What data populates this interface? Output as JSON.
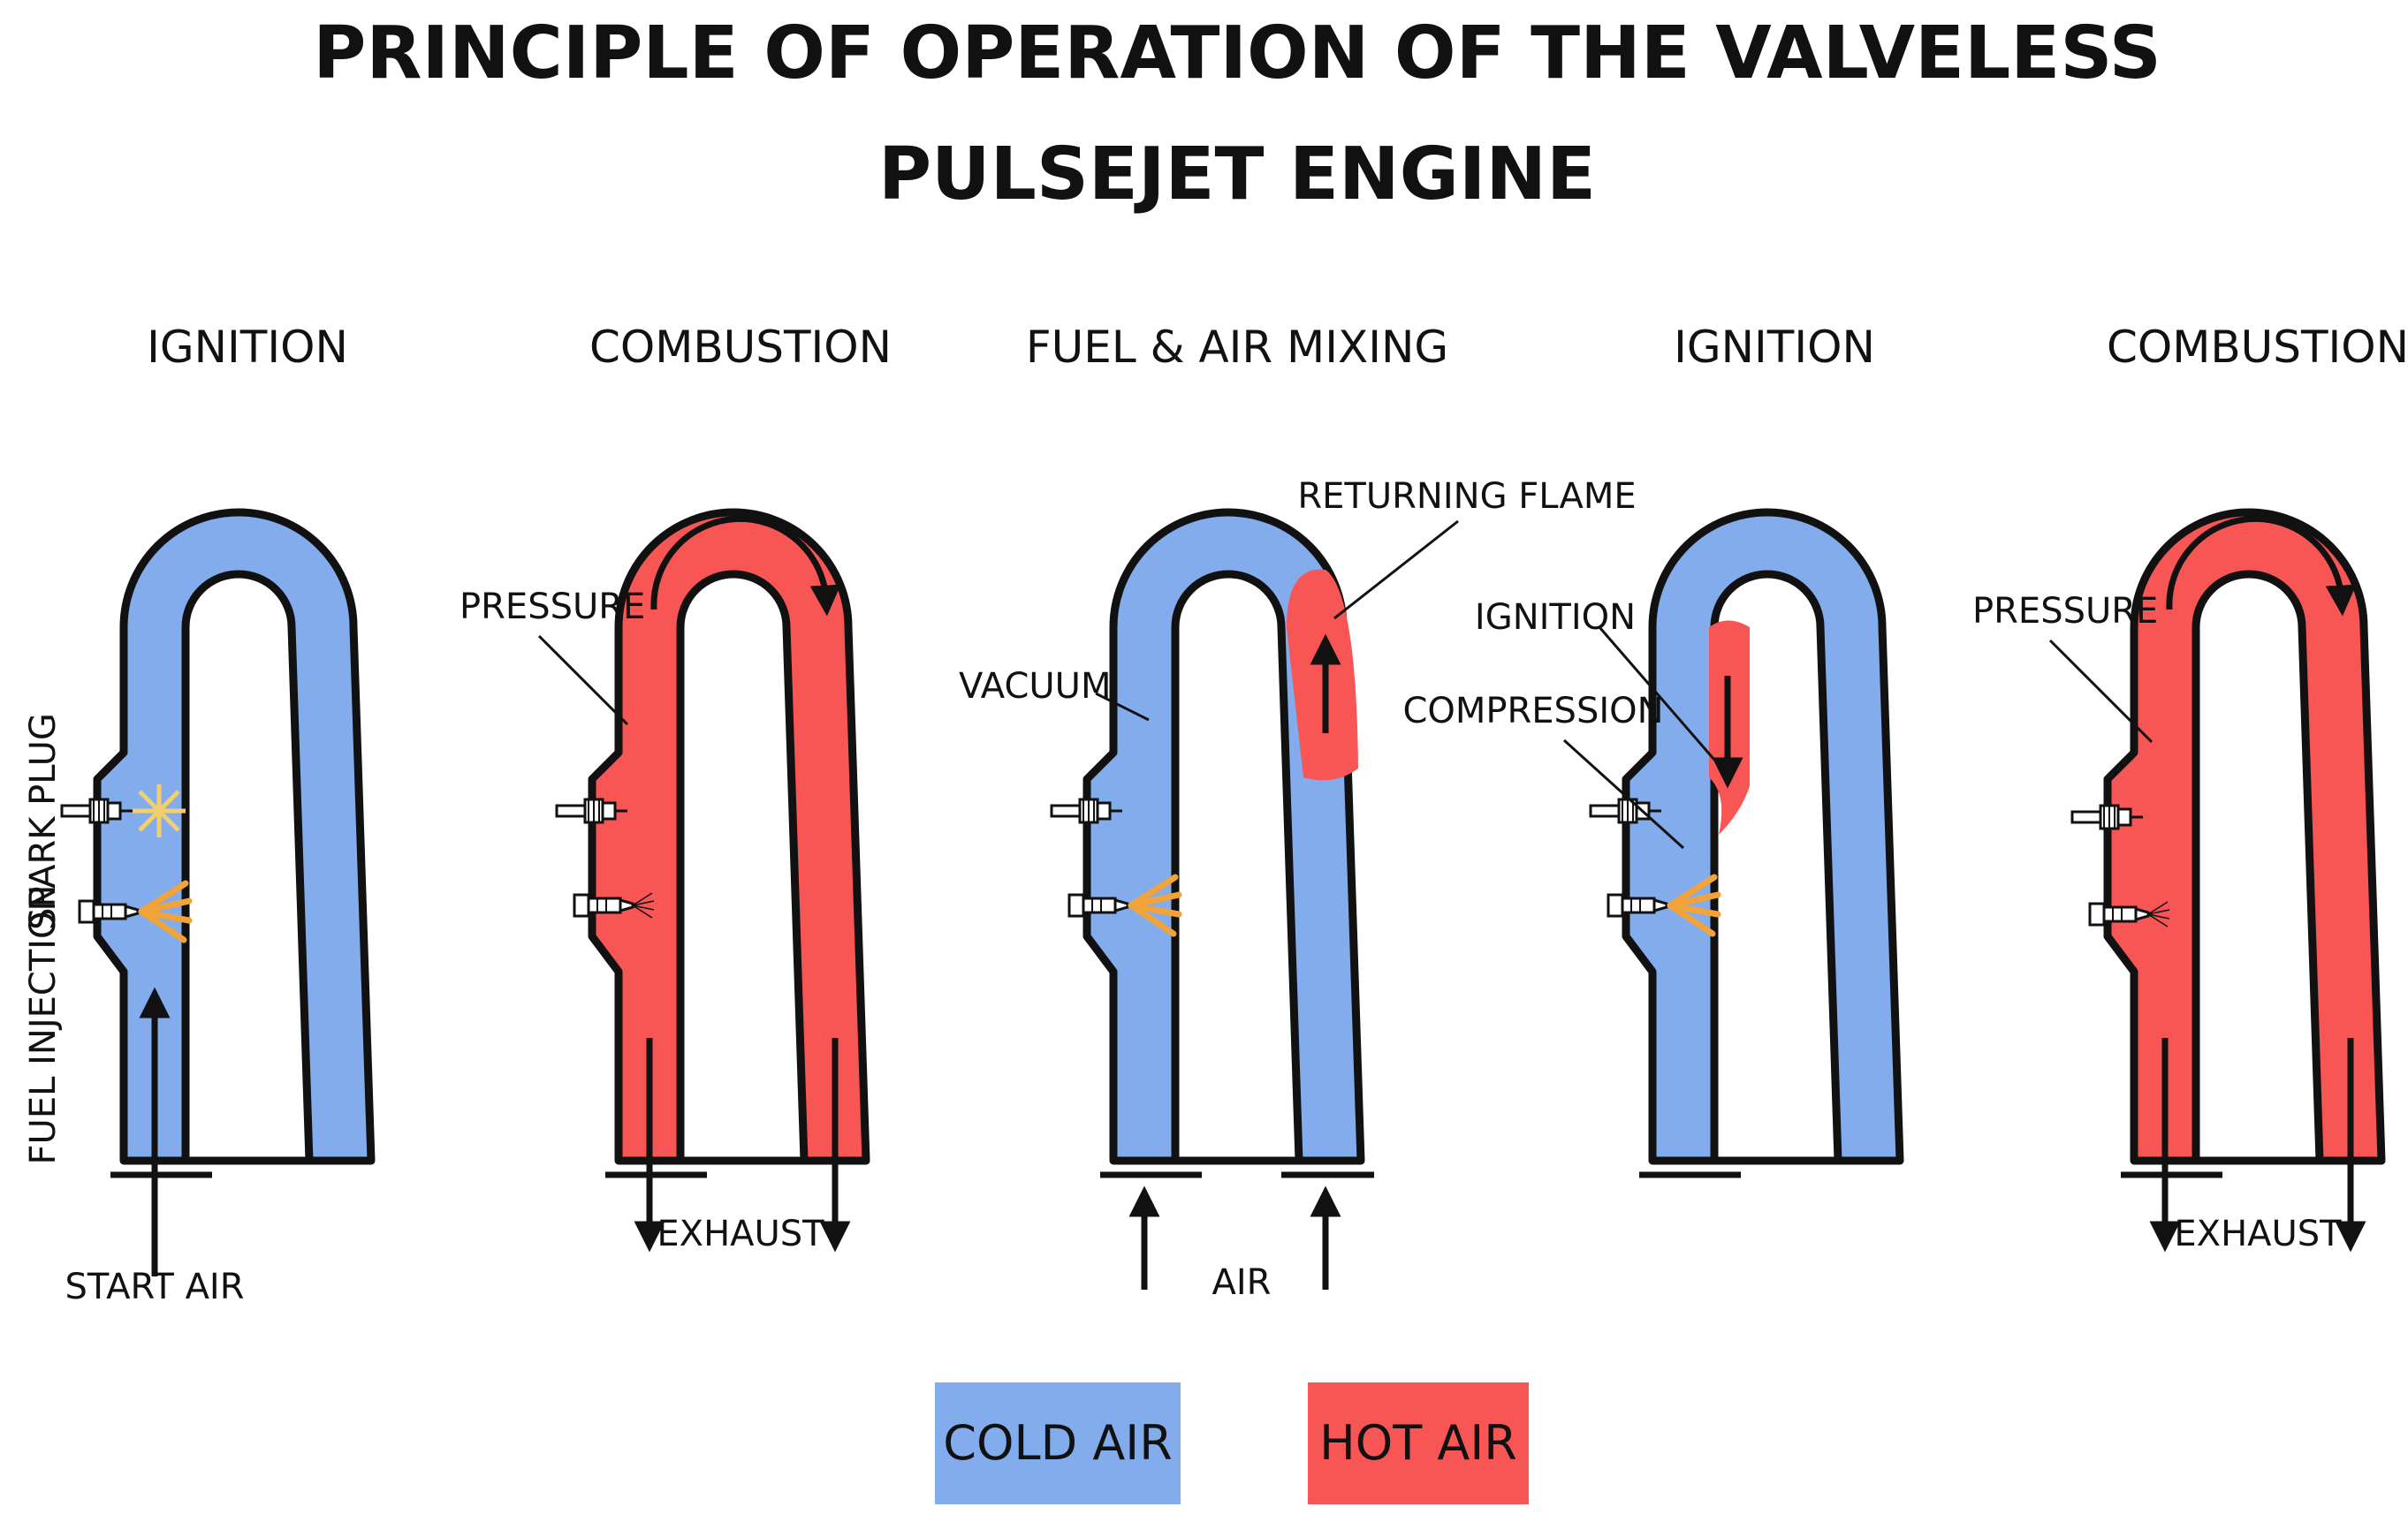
{
  "title": {
    "line1": "PRINCIPLE OF OPERATION OF THE VALVELESS",
    "line2": "PULSEJET ENGINE"
  },
  "colors": {
    "cold": "#82ACEC",
    "hot": "#F85555",
    "outline": "#111111",
    "spark": "#F2CF6E",
    "fuel": "#F2A43A"
  },
  "stages": [
    {
      "title": "IGNITION",
      "labels": {
        "side_top": "SPARK PLUG",
        "side_bottom": "FUEL INJECTION",
        "bottom": "START AIR"
      }
    },
    {
      "title": "COMBUSTION",
      "labels": {
        "callout": "PRESSURE",
        "bottom": "EXHAUST"
      }
    },
    {
      "title": "FUEL & AIR MIXING",
      "labels": {
        "callout_left": "VACUUM",
        "callout_right": "RETURNING FLAME",
        "bottom": "AIR"
      }
    },
    {
      "title": "IGNITION",
      "labels": {
        "callout_top": "IGNITION",
        "callout_mid": "COMPRESSION"
      }
    },
    {
      "title": "COMBUSTION",
      "labels": {
        "callout": "PRESSURE",
        "bottom": "EXHAUST"
      }
    }
  ],
  "legend": [
    {
      "label": "COLD AIR",
      "color": "#82ACEC"
    },
    {
      "label": "HOT AIR",
      "color": "#F85555"
    }
  ]
}
